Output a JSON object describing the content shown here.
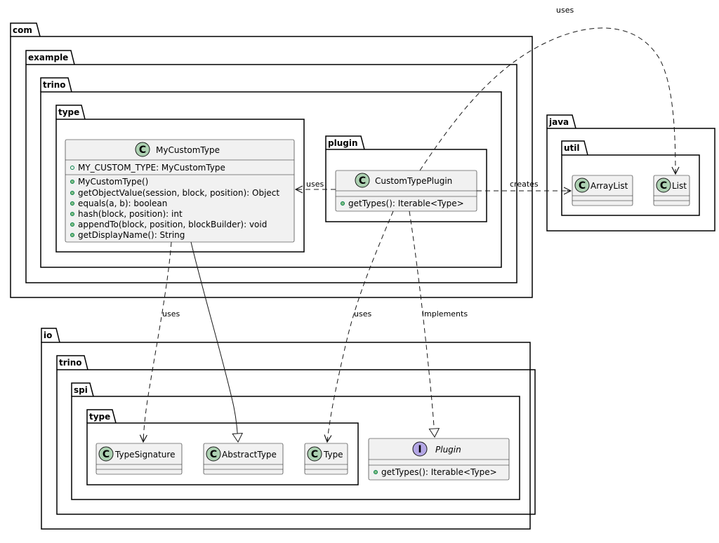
{
  "packages": {
    "com": "com",
    "example": "example",
    "trino_com": "trino",
    "type_com": "type",
    "plugin": "plugin",
    "java": "java",
    "util": "util",
    "io": "io",
    "trino_io": "trino",
    "spi": "spi",
    "type_io": "type"
  },
  "classes": {
    "my_custom_type": {
      "name": "MyCustomType",
      "badge": "C",
      "fields": [
        "MY_CUSTOM_TYPE: MyCustomType"
      ],
      "methods": [
        "MyCustomType()",
        "getObjectValue(session, block, position): Object",
        "equals(a, b): boolean",
        "hash(block, position): int",
        "appendTo(block, position, blockBuilder): void",
        "getDisplayName(): String"
      ]
    },
    "custom_type_plugin": {
      "name": "CustomTypePlugin",
      "badge": "C",
      "methods": [
        "getTypes(): Iterable<Type>"
      ]
    },
    "array_list": {
      "name": "ArrayList",
      "badge": "C"
    },
    "list": {
      "name": "List",
      "badge": "C"
    },
    "type_signature": {
      "name": "TypeSignature",
      "badge": "C"
    },
    "abstract_type": {
      "name": "AbstractType",
      "badge": "C"
    },
    "type": {
      "name": "Type",
      "badge": "C"
    },
    "plugin": {
      "name": "Plugin",
      "badge": "I",
      "methods": [
        "getTypes(): Iterable<Type>"
      ]
    }
  },
  "edges": {
    "uses_list": "uses",
    "uses_my_custom_type": "uses",
    "creates": "creates",
    "uses_type_signature": "uses",
    "uses_type": "uses",
    "implements": "implements"
  },
  "colors": {
    "class_badge": "#add1b2",
    "interface_badge": "#b4a7e5",
    "class_fill": "#f1f1f1",
    "line": "#181818"
  }
}
